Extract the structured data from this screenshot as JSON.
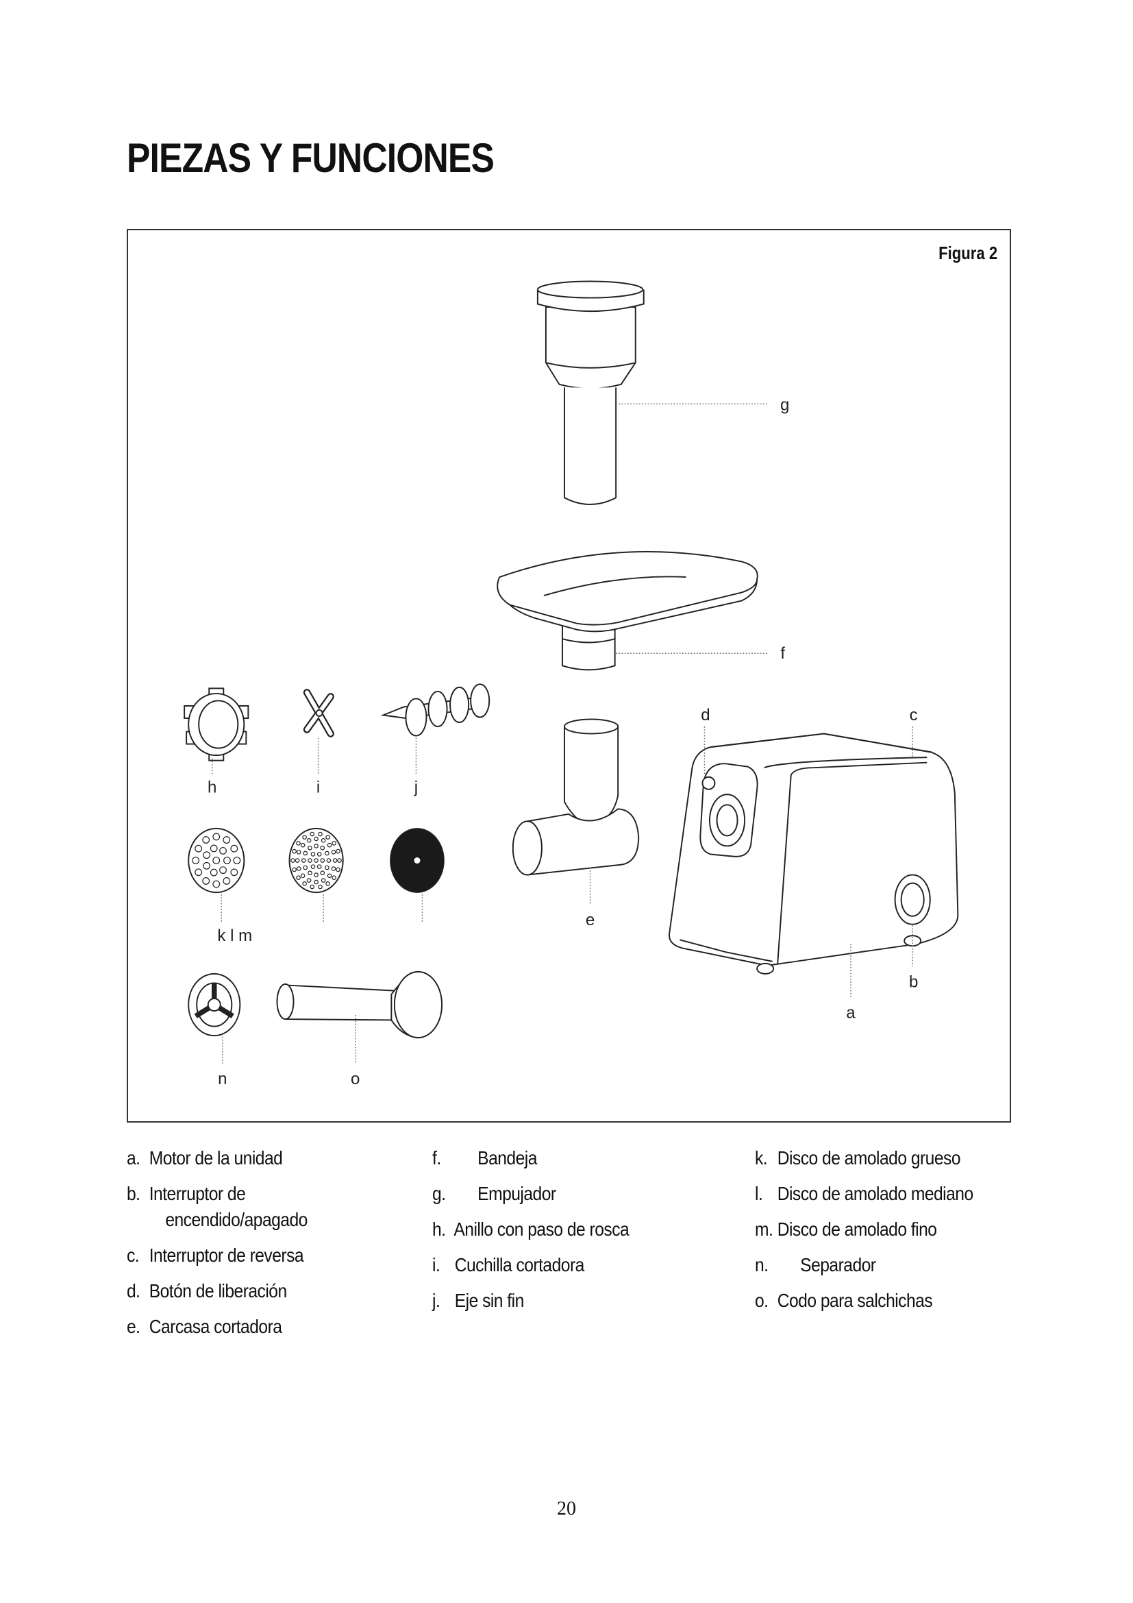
{
  "page": {
    "title": "PIEZAS Y FUNCIONES",
    "figure_caption": "Figura 2",
    "page_number": "20"
  },
  "diagram_labels": {
    "a": "a",
    "b": "b",
    "c": "c",
    "d": "d",
    "e": "e",
    "f": "f",
    "g": "g",
    "h": "h",
    "i": "i",
    "j": "j",
    "klm": "k l m",
    "n": "n",
    "o": "o"
  },
  "legend": {
    "col1": [
      {
        "letter": "a.",
        "text": "Motor de la unidad"
      },
      {
        "letter": "b.",
        "text": "Interruptor de",
        "continuation": "encendido/apagado"
      },
      {
        "letter": "c.",
        "text": "Interruptor de reversa"
      },
      {
        "letter": "d.",
        "text": "Botón de liberación"
      },
      {
        "letter": "e.",
        "text": "Carcasa cortadora"
      }
    ],
    "col2": [
      {
        "letter": "f.",
        "text": "Bandeja"
      },
      {
        "letter": "g.",
        "text": "Empujador"
      },
      {
        "letter": "h.",
        "text": "Anillo con paso de rosca"
      },
      {
        "letter": "i.",
        "text": "Cuchilla cortadora"
      },
      {
        "letter": "j.",
        "text": "Eje sin fin"
      }
    ],
    "col3": [
      {
        "letter": "k.",
        "text": "Disco de amolado grueso"
      },
      {
        "letter": "l.",
        "text": "Disco de amolado mediano"
      },
      {
        "letter": "m.",
        "text": "Disco de amolado fino"
      },
      {
        "letter": "n.",
        "text": "Separador"
      },
      {
        "letter": "o.",
        "text": "Codo para salchichas"
      }
    ]
  }
}
